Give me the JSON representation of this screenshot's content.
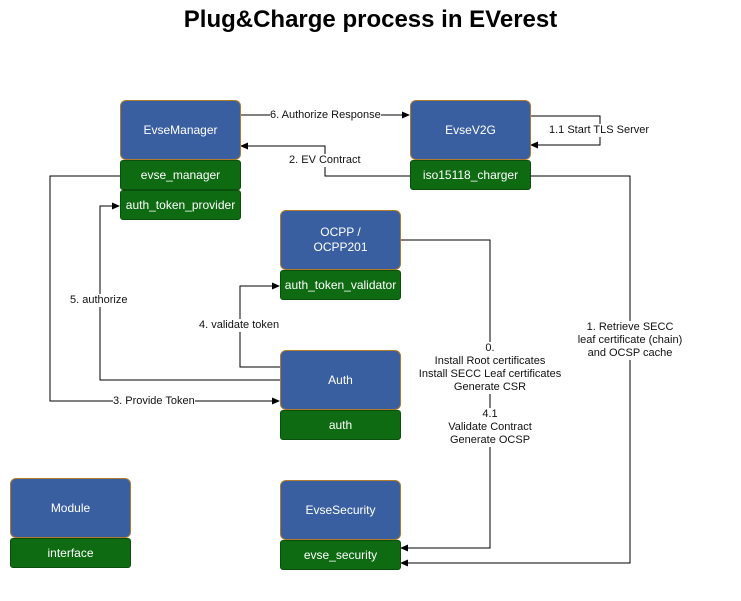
{
  "title": "Plug&Charge process in EVerest",
  "modules": {
    "evse_manager": {
      "name": "EvseManager",
      "interfaces": [
        "evse_manager",
        "auth_token_provider"
      ]
    },
    "evse_v2g": {
      "name": "EvseV2G",
      "interfaces": [
        "iso15118_charger"
      ]
    },
    "ocpp": {
      "name": "OCPP /\nOCPP201",
      "interfaces": [
        "auth_token_validator"
      ]
    },
    "auth": {
      "name": "Auth",
      "interfaces": [
        "auth"
      ]
    },
    "evse_security": {
      "name": "EvseSecurity",
      "interfaces": [
        "evse_security"
      ]
    }
  },
  "legend": {
    "module": "Module",
    "interface": "interface"
  },
  "edges": {
    "authorize_response": "6. Authorize Response",
    "start_tls": "1.1 Start TLS Server",
    "ev_contract": "2. EV Contract",
    "authorize": "5. authorize",
    "validate_token": "4. validate token",
    "provide_token": "3. Provide Token",
    "install_certs": "0.\nInstall Root certificates\nInstall SECC Leaf certificates\nGenerate CSR",
    "validate_contract": "4.1\nValidate Contract\nGenerate OCSP",
    "retrieve_secc": "1. Retrieve SECC\nleaf certificate (chain)\nand OCSP cache"
  }
}
